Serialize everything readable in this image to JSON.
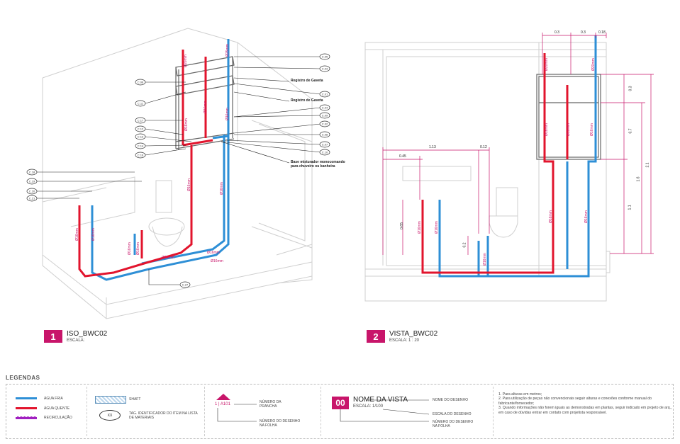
{
  "views": [
    {
      "number": "1",
      "name": "ISO_BWC02",
      "scale": "ESCALA:"
    },
    {
      "number": "2",
      "name": "VISTA_BWC02",
      "scale": "ESCALA:  1 : 20"
    }
  ],
  "iso": {
    "callouts_right": [
      "C.05",
      "C.03",
      "C.01",
      "C.04",
      "C.09",
      "C.02",
      "C.08",
      "C.07",
      "C.10"
    ],
    "callouts_left": [
      "C.06",
      "C.11",
      "C.17",
      "C.12",
      "C.13",
      "C.14",
      "C.16"
    ],
    "callouts_far_left": [
      "C.18",
      "C.19",
      "C.20",
      "C.21"
    ],
    "callout_bottom": "C.27",
    "registro_1": "Registro de Gaveta",
    "registro_2": "Registro de Gaveta",
    "base_misturador": "Base misturador monocomando",
    "base_misturador_2": "para chuveiro ou banheira",
    "pipe_labels": [
      "Ø20mm",
      "Ø20mm",
      "Ø16mm",
      "Ø16mm",
      "Ø16mm",
      "Ø16mm",
      "Ø16mm",
      "Ø16mm",
      "Ø16mm",
      "Ø16mm",
      "Ø16mm",
      "Ø16mm",
      "Ø16mm"
    ]
  },
  "vista": {
    "top_dims": [
      "0.3",
      "0.3",
      "0.18"
    ],
    "left_dims": [
      "1.13",
      "0.45",
      "0.12"
    ],
    "right_dims": [
      "0.3",
      "0.7",
      "2.1",
      "1.6",
      "1.1"
    ],
    "small_dims": [
      "0.65",
      "0.2"
    ],
    "pipe_labels": [
      "Ø20mm",
      "Ø20mm",
      "Ø16mm",
      "Ø16mm",
      "Ø16mm",
      "Ø16mm",
      "Ø16mm",
      "Ø16mm",
      "Ø16mm",
      "Ø16mm"
    ]
  },
  "legend": {
    "title": "LEGENDAS",
    "water": [
      {
        "label": "ÁGUA FRIA",
        "color": "#2e8fd6"
      },
      {
        "label": "ÁGUA QUENTE",
        "color": "#e2142d"
      },
      {
        "label": "RECIRCULAÇÃO",
        "color": "#a020c0"
      }
    ],
    "shaft": "SHAFT",
    "tag_symbol": "XX",
    "tag_text": "TAG. IDENTIFICADOR DO ITEM NA LISTA DE MATERIAIS",
    "prancha_ref": "1 | A101",
    "prancha_num": "NÚMERO DA PRANCHA",
    "desenho_num": "NÚMERO DO DESENHO NA FOLHA",
    "view_num": "00",
    "view_name": "NOME DA VISTA",
    "view_scale": "ESCALA: 1/100",
    "nome_desenho": "NOME DO DESENHO",
    "escala_desenho": "ESCALA DO DESENHO",
    "numero_desenho": "NÚMERO DO DESENHO NA FOLHA",
    "notes": [
      "1. Para alturas em metros;",
      "2. Para utilização de peças não convencionais seguir alturas e conexões conforme manual do fabricante/fornecedor;",
      "3. Quando informações não forem iguais as demonstradas em plantas, seguir indicado em projeto de arq., em caso de dúvidas entrar em contato com projetista responsável."
    ]
  },
  "colors": {
    "cold": "#2e8fd6",
    "hot": "#e2142d",
    "recirc": "#a020c0",
    "accent": "#c8156a"
  }
}
